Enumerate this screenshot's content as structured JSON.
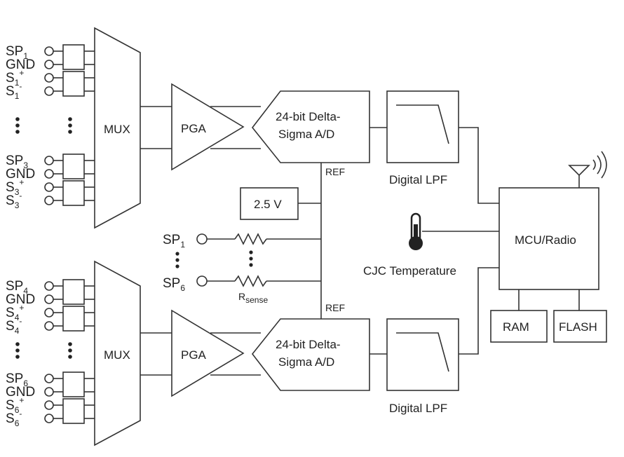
{
  "colors": {
    "stroke": "#333333",
    "background": "#ffffff",
    "text": "#222222"
  },
  "blocks": {
    "mux": "MUX",
    "pga": "PGA",
    "adc_line1": "24-bit Delta-",
    "adc_line2": "Sigma A/D",
    "ref": "REF",
    "lpf": "Digital LPF",
    "vref": "2.5 V",
    "mcu": "MCU/Radio",
    "ram": "RAM",
    "flash": "FLASH",
    "cjc": "CJC Temperature",
    "rsense": "R",
    "rsense_sub": "sense"
  },
  "top_channels": [
    {
      "base": "SP",
      "sub": "1",
      "sup": ""
    },
    {
      "base": "GND",
      "sub": "",
      "sup": ""
    },
    {
      "base": "S",
      "sub": "1",
      "sup": "+"
    },
    {
      "base": "S",
      "sub": "1",
      "sup": "-"
    }
  ],
  "top_channels_b": [
    {
      "base": "SP",
      "sub": "3",
      "sup": ""
    },
    {
      "base": "GND",
      "sub": "",
      "sup": ""
    },
    {
      "base": "S",
      "sub": "3",
      "sup": "+"
    },
    {
      "base": "S",
      "sub": "3",
      "sup": "-"
    }
  ],
  "bottom_channels": [
    {
      "base": "SP",
      "sub": "4",
      "sup": ""
    },
    {
      "base": "GND",
      "sub": "",
      "sup": ""
    },
    {
      "base": "S",
      "sub": "4",
      "sup": "+"
    },
    {
      "base": "S",
      "sub": "4",
      "sup": "-"
    }
  ],
  "bottom_channels_b": [
    {
      "base": "SP",
      "sub": "6",
      "sup": ""
    },
    {
      "base": "GND",
      "sub": "",
      "sup": ""
    },
    {
      "base": "S",
      "sub": "6",
      "sup": "+"
    },
    {
      "base": "S",
      "sub": "6",
      "sup": "-"
    }
  ],
  "sp_inputs": [
    {
      "base": "SP",
      "sub": "1"
    },
    {
      "base": "SP",
      "sub": "6"
    }
  ]
}
